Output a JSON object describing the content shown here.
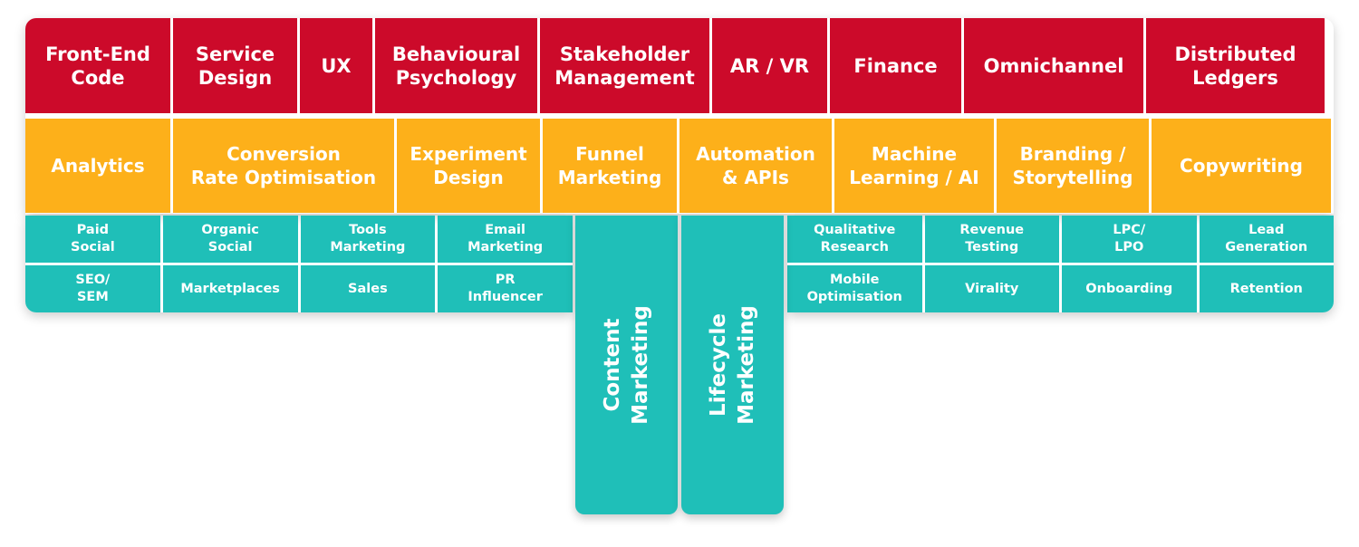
{
  "top_row": [
    {
      "label": "Front-End\nCode",
      "w": 160
    },
    {
      "label": "Service\nDesign",
      "w": 137
    },
    {
      "label": "UX",
      "w": 80
    },
    {
      "label": "Behavioural\nPsychology",
      "w": 179
    },
    {
      "label": "Stakeholder\nManagement",
      "w": 187
    },
    {
      "label": "AR / VR",
      "w": 127
    },
    {
      "label": "Finance",
      "w": 145
    },
    {
      "label": "Omnichannel",
      "w": 198
    },
    {
      "label": "Distributed\nLedgers",
      "w": 197
    }
  ],
  "middle_row": [
    {
      "label": "Analytics",
      "w": 160
    },
    {
      "label": "Conversion\nRate Optimisation",
      "w": 244
    },
    {
      "label": "Experiment\nDesign",
      "w": 158
    },
    {
      "label": "Funnel\nMarketing",
      "w": 148
    },
    {
      "label": "Automation\n& APIs",
      "w": 168
    },
    {
      "label": "Machine\nLearning / AI",
      "w": 176
    },
    {
      "label": "Branding /\nStorytelling",
      "w": 168
    },
    {
      "label": "Copywriting",
      "w": 198
    }
  ],
  "bottom_left": {
    "row1": [
      "Paid\nSocial",
      "Organic\nSocial",
      "Tools\nMarketing",
      "Email\nMarketing"
    ],
    "row2": [
      "SEO/\nSEM",
      "Marketplaces",
      "Sales",
      "PR\nInfluencer"
    ]
  },
  "bottom_right": {
    "row1": [
      "Qualitative\nResearch",
      "Revenue\nTesting",
      "LPC/\nLPO",
      "Lead\nGeneration"
    ],
    "row2": [
      "Mobile\nOptimisation",
      "Virality",
      "Onboarding",
      "Retention"
    ]
  },
  "vertical_columns": [
    {
      "label": "Content\nMarketing"
    },
    {
      "label": "Lifecycle\nMarketing"
    }
  ],
  "colors": {
    "red": "#cc0a2a",
    "orange": "#fdb01a",
    "teal": "#1fbfb8"
  }
}
